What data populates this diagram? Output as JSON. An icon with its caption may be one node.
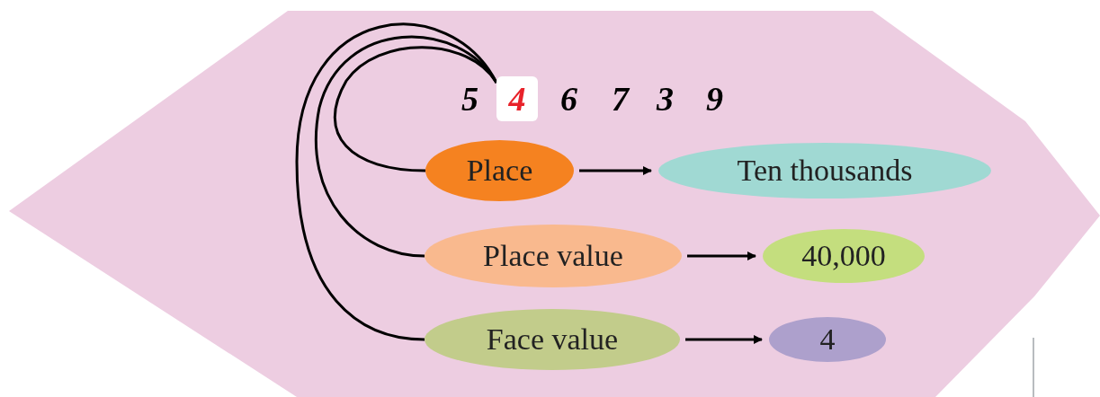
{
  "diagram": {
    "nodes": [
      {
        "text": [
          "4"
        ]
      },
      {
        "text": [
          "Place"
        ]
      },
      {
        "text": [
          "Ten thousands"
        ]
      },
      {
        "text": [
          "Place value"
        ]
      },
      {
        "text": [
          "40,000"
        ]
      },
      {
        "text": [
          "Face value"
        ]
      },
      {
        "text": [
          "4"
        ]
      }
    ],
    "edges": [
      {
        "from": 0,
        "to": 1,
        "arrow": "none"
      },
      {
        "from": 0,
        "to": 3,
        "arrow": "none"
      },
      {
        "from": 0,
        "to": 5,
        "arrow": "none"
      },
      {
        "from": 1,
        "to": 2,
        "arrow": "to"
      },
      {
        "from": 3,
        "to": 4,
        "arrow": "to"
      },
      {
        "from": 5,
        "to": 6,
        "arrow": "to"
      }
    ],
    "labels": [
      "5",
      "6",
      "7",
      "3",
      "9"
    ]
  }
}
